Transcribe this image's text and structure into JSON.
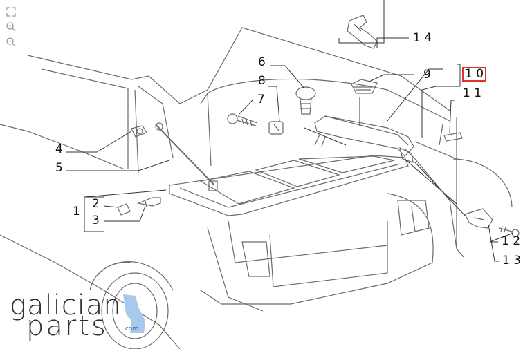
{
  "toolbar": {
    "fit_icon": "fit-screen-icon",
    "zoom_in_icon": "zoom-in-icon",
    "zoom_out_icon": "zoom-out-icon"
  },
  "callouts": [
    {
      "id": "1",
      "label": "1"
    },
    {
      "id": "2",
      "label": "2"
    },
    {
      "id": "3",
      "label": "3"
    },
    {
      "id": "4",
      "label": "4"
    },
    {
      "id": "5",
      "label": "5"
    },
    {
      "id": "6",
      "label": "6"
    },
    {
      "id": "7",
      "label": "7"
    },
    {
      "id": "8",
      "label": "8"
    },
    {
      "id": "9",
      "label": "9"
    },
    {
      "id": "10",
      "label": "1 0",
      "selected": true
    },
    {
      "id": "11",
      "label": "1 1"
    },
    {
      "id": "12",
      "label": "1 2"
    },
    {
      "id": "13",
      "label": "1 3"
    },
    {
      "id": "14",
      "label": "1 4"
    }
  ],
  "logo": {
    "line1": "galician",
    "line2": "parts",
    "domain": ".com",
    "accent_color": "#a9c9ec"
  },
  "colors": {
    "line": "#6a6a6a",
    "selection": "#e03030"
  }
}
